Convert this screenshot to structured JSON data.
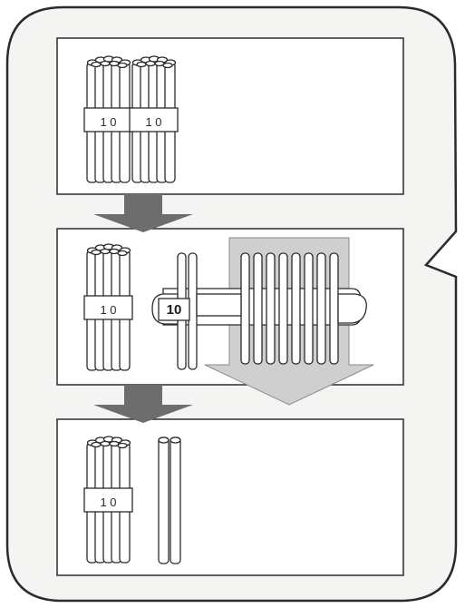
{
  "bundle_label": "1 0",
  "band_label": "10",
  "colors": {
    "outline": "#2b2b2b",
    "arrow_dark": "#6d6d6d",
    "arrow_light": "#cfcfcf",
    "stick_fill": "#ffffff",
    "paper": "#f4f4f2"
  },
  "panels": [
    {
      "name": "panel-top",
      "bundles": 2,
      "loose_sticks": 0
    },
    {
      "name": "panel-middle",
      "bundles": 1,
      "unbundling_sticks": 10
    },
    {
      "name": "panel-bottom",
      "bundles": 1,
      "loose_sticks": 2
    }
  ]
}
